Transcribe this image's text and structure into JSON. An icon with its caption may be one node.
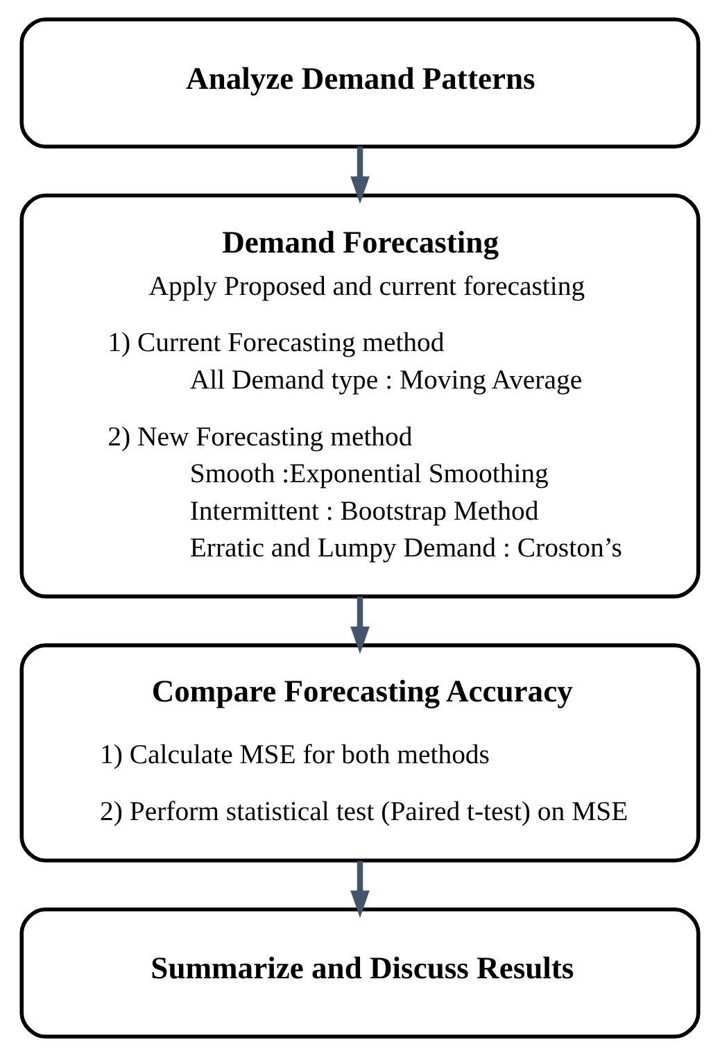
{
  "diagram": {
    "nodes": [
      {
        "text": [
          "Analyze Demand Patterns"
        ]
      },
      {
        "text": [
          "Demand Forecasting",
          "Apply Proposed and current forecasting",
          "1) Current Forecasting method",
          "All Demand type : Moving Average",
          "2) New Forecasting method",
          "Smooth :Exponential Smoothing",
          "Intermittent : Bootstrap Method",
          "Erratic and Lumpy Demand : Croston’s"
        ]
      },
      {
        "text": [
          "Compare Forecasting Accuracy",
          "1) Calculate MSE for both methods",
          "2) Perform statistical test (Paired t-test) on MSE"
        ]
      },
      {
        "text": [
          "Summarize and Discuss Results"
        ]
      }
    ],
    "edges": [
      {
        "from": 0,
        "to": 1,
        "arrow": "to"
      },
      {
        "from": 1,
        "to": 2,
        "arrow": "to"
      },
      {
        "from": 2,
        "to": 3,
        "arrow": "to"
      }
    ]
  }
}
